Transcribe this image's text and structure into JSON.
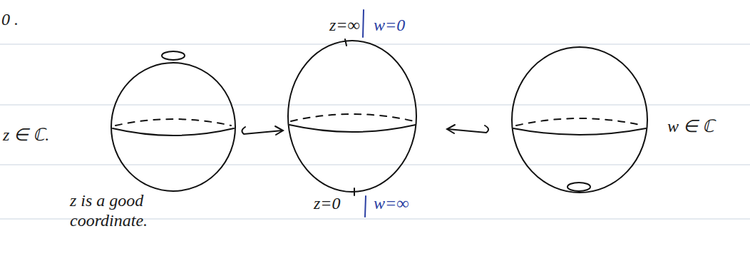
{
  "diagram": {
    "labels": [
      "0 .",
      "z=∞",
      "w=0",
      "z=0",
      "w=∞",
      "z ∈ ℂ.",
      "z is a good coordinate.",
      "w ∈ ℂ"
    ]
  }
}
